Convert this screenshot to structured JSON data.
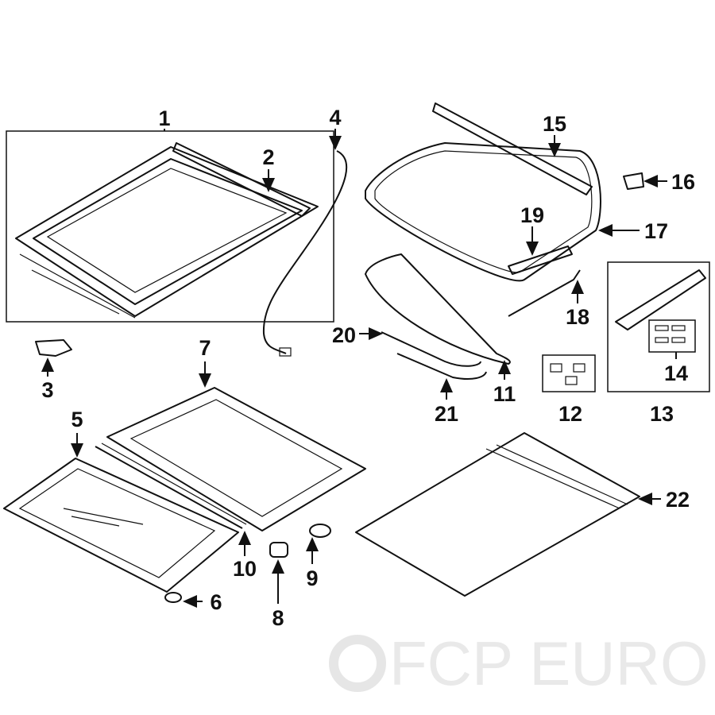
{
  "diagram": {
    "callouts": [
      "1",
      "2",
      "3",
      "4",
      "5",
      "6",
      "7",
      "8",
      "9",
      "10",
      "11",
      "12",
      "13",
      "14",
      "15",
      "16",
      "17",
      "18",
      "19",
      "20",
      "21",
      "22"
    ],
    "watermark": "FCP EURO"
  }
}
